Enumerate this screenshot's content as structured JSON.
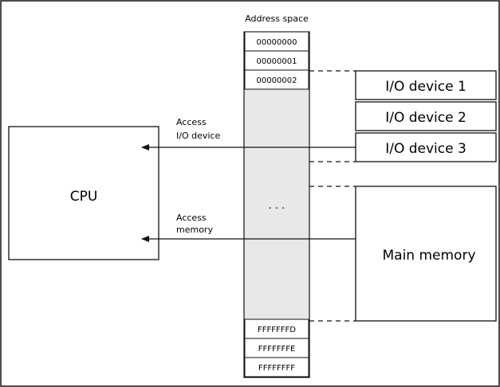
{
  "address_space": {
    "title": "Address space",
    "top_addresses": [
      "00000000",
      "00000001",
      "00000002"
    ],
    "ellipsis": ". . .",
    "bottom_addresses": [
      "FFFFFFFD",
      "FFFFFFFE",
      "FFFFFFFF"
    ]
  },
  "cpu": {
    "label": "CPU"
  },
  "arrows": {
    "access_io": [
      "Access",
      "I/O device"
    ],
    "access_memory": [
      "Access",
      "memory"
    ]
  },
  "io_devices": [
    "I/O device 1",
    "I/O device 2",
    "I/O device 3"
  ],
  "main_memory": {
    "label": "Main memory"
  },
  "colors": {
    "line": "#111111",
    "column_fill": "#e8e8e8",
    "cell_fill": "#ffffff",
    "background": "#ffffff"
  }
}
